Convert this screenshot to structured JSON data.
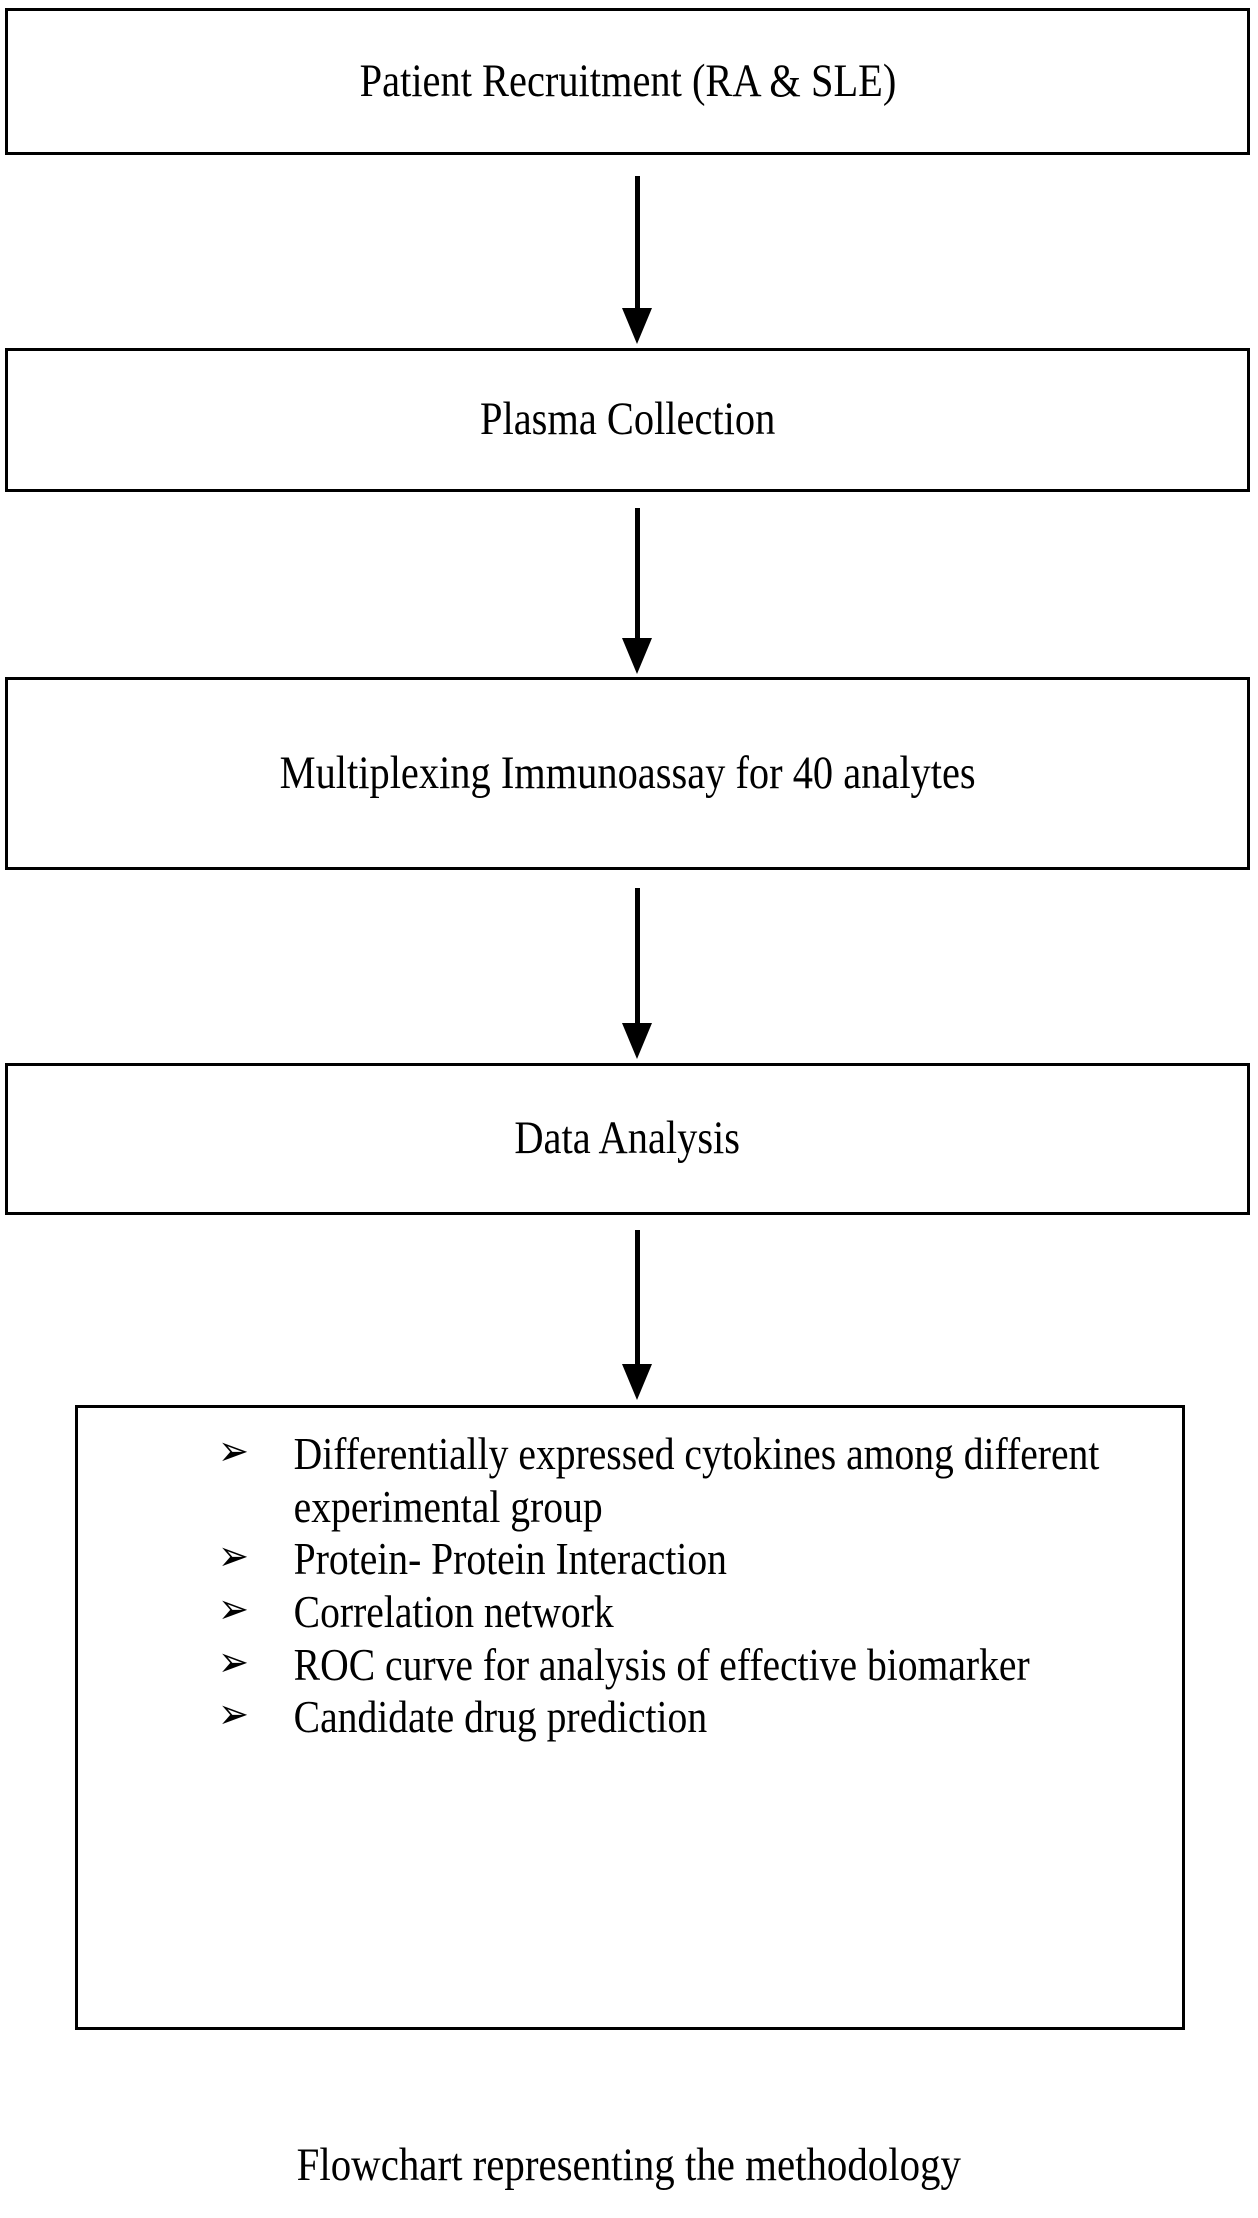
{
  "diagram": {
    "type": "flowchart",
    "orientation": "vertical",
    "caption": "Flowchart representing the methodology",
    "colors": {
      "background": "#ffffff",
      "border": "#000000",
      "text": "#000000",
      "arrow": "#000000"
    },
    "nodes": [
      {
        "id": "node-1",
        "label": "Patient Recruitment (RA & SLE)"
      },
      {
        "id": "node-2",
        "label": "Plasma Collection"
      },
      {
        "id": "node-3",
        "label": "Multiplexing Immunoassay for 40 analytes"
      },
      {
        "id": "node-4",
        "label": "Data Analysis"
      }
    ],
    "outcome_node": {
      "id": "node-5",
      "bullet_glyph": "➢",
      "items": [
        "Differentially expressed cytokines among different experimental group",
        "Protein- Protein Interaction",
        "Correlation network",
        "ROC curve for analysis of effective biomarker",
        "Candidate drug prediction"
      ]
    },
    "connectors": [
      {
        "id": "arrow-1",
        "from": "node-1",
        "to": "node-2",
        "glyph": "down-arrow"
      },
      {
        "id": "arrow-2",
        "from": "node-2",
        "to": "node-3",
        "glyph": "down-arrow"
      },
      {
        "id": "arrow-3",
        "from": "node-3",
        "to": "node-4",
        "glyph": "down-arrow"
      },
      {
        "id": "arrow-4",
        "from": "node-4",
        "to": "node-5",
        "glyph": "down-arrow"
      }
    ]
  }
}
